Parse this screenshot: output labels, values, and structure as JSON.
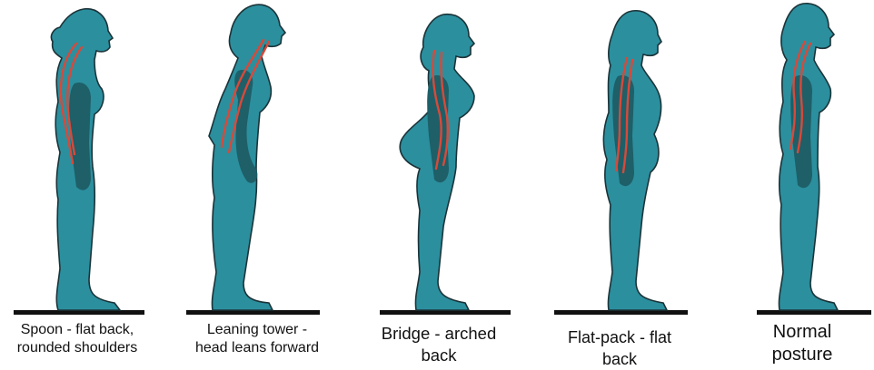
{
  "figures": [
    {
      "caption": "Spoon - flat back,\nrounded shoulders",
      "posture": "spoon"
    },
    {
      "caption": "Leaning tower -\nhead leans forward",
      "posture": "leaning-tower"
    },
    {
      "caption": "Bridge - arched\nback",
      "posture": "bridge"
    },
    {
      "caption": "Flat-pack -  flat\nback",
      "posture": "flat-pack"
    },
    {
      "caption": "Normal\nposture",
      "posture": "normal"
    }
  ],
  "colors": {
    "body": "#2b8f9e",
    "outline": "#1b3338",
    "arm": "#1e5f68",
    "spine": "#d9493a",
    "ground": "#111111"
  }
}
